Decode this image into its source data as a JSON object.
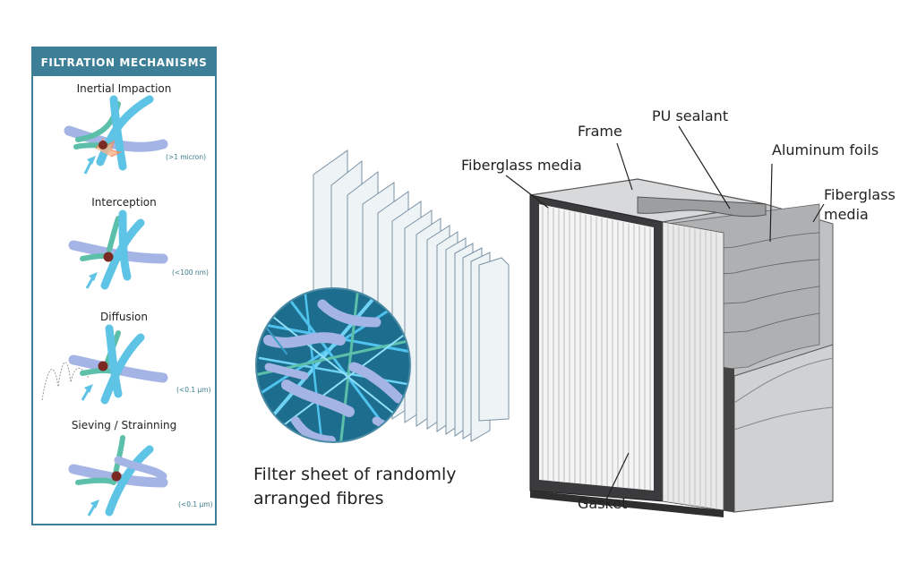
{
  "panel": {
    "header": "FILTRATION MECHANISMS",
    "mechanisms": [
      {
        "title": "Inertial Impaction",
        "size": "(>1 micron)"
      },
      {
        "title": "Interception",
        "size": "(<100 nm)"
      },
      {
        "title": "Diffusion",
        "size": "(<0.1 µm)"
      },
      {
        "title": "Sieving / Strainning",
        "size": "(<0.1 µm)"
      }
    ]
  },
  "caption": {
    "line1": "Filter sheet of randomly",
    "line2": "arranged fibres"
  },
  "labels": {
    "frame": "Frame",
    "pu_sealant": "PU sealant",
    "fiberglass_media_left": "Fiberglass media",
    "aluminum_foils": "Aluminum foils",
    "fiberglass_media_right_1": "Fiberglass",
    "fiberglass_media_right_2": "media",
    "gasket": "Gasket"
  },
  "colors": {
    "panel_accent": "#3c7f96",
    "fiber_blue": "#5ec4e6",
    "fiber_purple": "#a4b4e4",
    "fiber_teal": "#5cbfaa",
    "particle": "#7a2a22",
    "circle_bg": "#1d6e8e"
  }
}
